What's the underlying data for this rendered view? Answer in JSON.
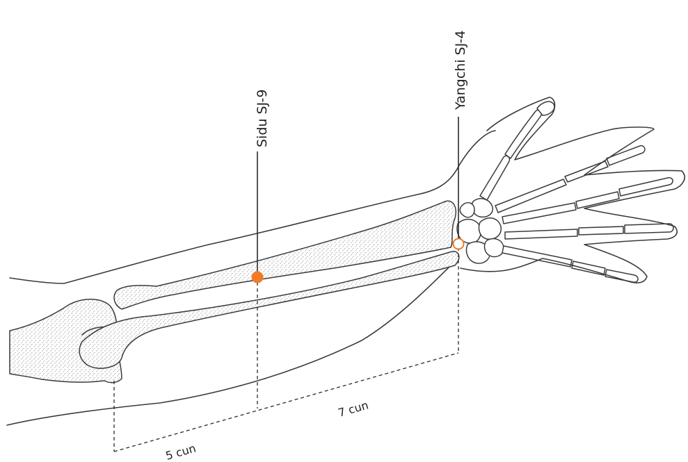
{
  "points": [
    {
      "label": "Sidu SJ-9",
      "style": "filled",
      "color": "#f07c28"
    },
    {
      "label": "Yangchi SJ-4",
      "style": "hollow",
      "color": "#f07c28"
    }
  ],
  "measurements": {
    "upper": "7 cun",
    "lower": "5 cun"
  }
}
